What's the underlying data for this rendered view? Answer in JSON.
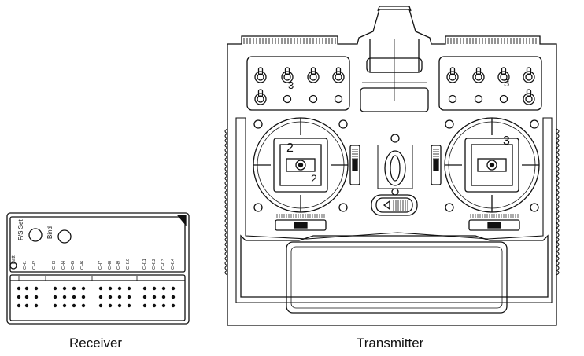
{
  "receiver": {
    "caption": "Receiver",
    "labels": {
      "fs_set": "F/S Set",
      "bind": "Bind",
      "batt": "Batt",
      "ch1": "CH1",
      "ch2": "CH2",
      "ch3": "CH3",
      "ch4": "CH4",
      "ch5": "CH5",
      "ch6": "CH6",
      "ch7": "CH7",
      "ch8": "CH8",
      "ch9": "CH9",
      "ch10": "CH10",
      "ch11": "CH11",
      "ch12": "CH12",
      "ch13": "CH13",
      "ch14": "CH14"
    }
  },
  "transmitter": {
    "caption": "Transmitter",
    "marks": {
      "left_gimbal": "2",
      "left_gimbal_low": "2",
      "right_gimbal": "3",
      "switch_mark_left": "3",
      "switch_mark_right": "3"
    }
  }
}
